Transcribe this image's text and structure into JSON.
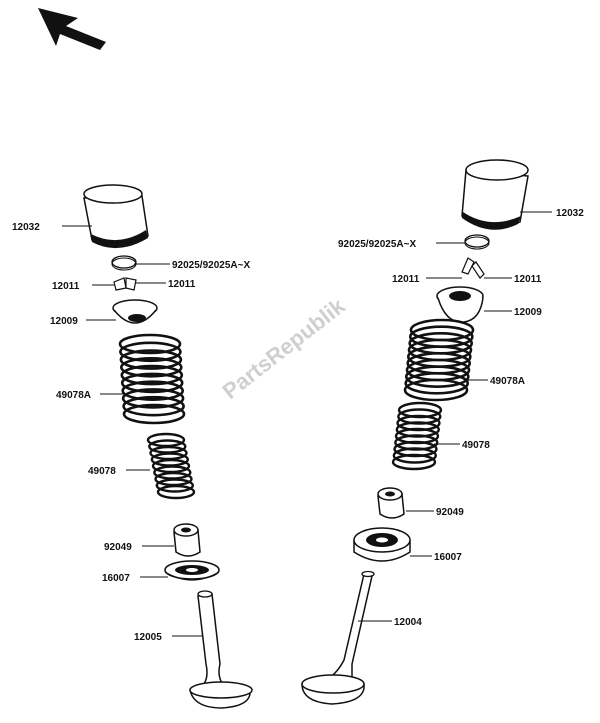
{
  "watermark": "PartsRepublik",
  "labels": {
    "left": {
      "tappet": "12032",
      "shim": "92025/92025A~X",
      "collet_a": "12011",
      "collet_b": "12011",
      "retainer": "12009",
      "outer_spring": "49078A",
      "inner_spring": "49078",
      "stem_seal": "92049",
      "spring_seat": "16007",
      "valve": "12005"
    },
    "right": {
      "tappet": "12032",
      "shim": "92025/92025A~X",
      "collet_a": "12011",
      "collet_b": "12011",
      "retainer": "12009",
      "outer_spring": "49078A",
      "inner_spring": "49078",
      "stem_seal": "92049",
      "spring_seat": "16007",
      "valve": "12004"
    }
  },
  "colors": {
    "ink": "#111111",
    "watermark": "#cfcfcf"
  }
}
